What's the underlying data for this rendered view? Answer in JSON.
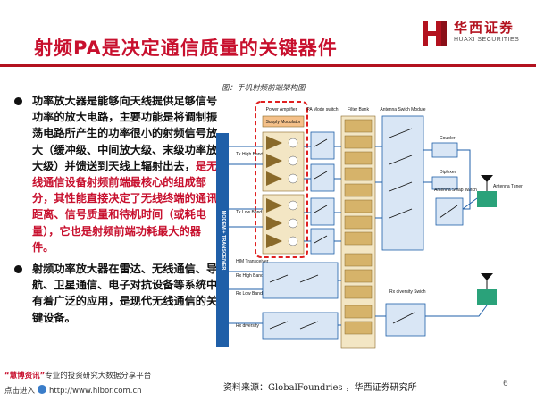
{
  "header": {
    "title": "射频PA是决定通信质量的关键器件",
    "logo_cn": "华西证券",
    "logo_en": "HUAXI SECURITIES"
  },
  "bullets": [
    {
      "text_black": "功率放大器是能够向天线提供足够信号功率的放大电路，主要功能是将调制振荡电路所产生的功率很小的射频信号放大（缓冲级、中间放大级、末级功率放大级）并馈送到天线上辐射出去，",
      "text_red": "是无线通信设备射频前端最核心的组成部分，其性能直接决定了无线终端的通讯距离、信号质量和待机时间（或耗电量），它也是射频前端功耗最大的器件。"
    },
    {
      "text_black": "射频功率放大器在雷达、无线通信、导航、卫星通信、电子对抗设备等系统中有着广泛的应用，是现代无线通信的关键设备。",
      "text_red": ""
    }
  ],
  "figure": {
    "caption": "图：手机射频前端架构图",
    "labels": {
      "power_amplifier": "Power Amplifier",
      "pa_mode_switch": "PA Mode switch",
      "filter_bank": "Filter Bank",
      "antenna_switch_module": "Antenna Swich Module",
      "supply_modulator": "Supply Modulator",
      "tx_high_band": "Tx High Band",
      "tx_low_band": "Tx Low Band",
      "transceiver": "MODEM + TRANSCEIVER",
      "him_transceiver": "HIM Transceiver",
      "coupler": "Coupler",
      "diplexer": "Diplexer",
      "antenna_swap_switch": "Antenna Swap switch",
      "antenna_tuner": "Antenna Tuner",
      "rx_high_band": "Rx High Band",
      "rx_low_band": "Rx Low Band",
      "rx_diversity": "Rx diversity",
      "rx_diversity_switch": "Rx diversity Swich"
    }
  },
  "footer": {
    "source": "资料来源：GlobalFoundries ，华西证券研究所",
    "page_number": "6",
    "watermark_line1_prefix": "“慧博资讯”",
    "watermark_line1_rest": "专业的投资研究大数据分享平台",
    "watermark_line2_prefix": "点击进入",
    "watermark_line2_url": "http://www.hibor.com.cn"
  },
  "colors": {
    "brand_red": "#c8102e",
    "diagram_blue": "#1f5fa8",
    "pa_brown": "#8a6a2a"
  }
}
